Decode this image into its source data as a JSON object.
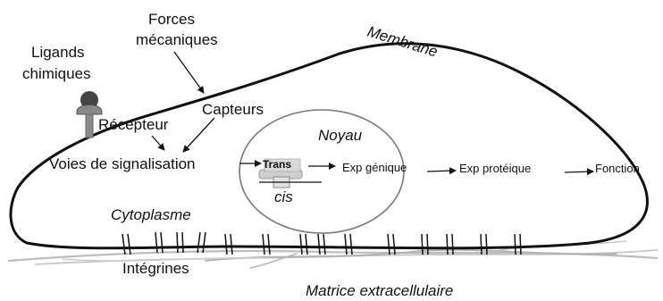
{
  "labels": {
    "forces": [
      "Forces",
      "mécaniques"
    ],
    "membrane": "Membrane",
    "ligands": [
      "Ligands",
      "chimiques"
    ],
    "capteurs": "Capteurs",
    "recepteur": "Récepteur",
    "noyau": "Noyau",
    "voies": "Voies de signalisation",
    "trans": "Trans",
    "cis": "cis",
    "exp_genique": "Exp génique",
    "exp_proteique": "Exp protéique",
    "fonction": "Fonction",
    "cytoplasme": "Cytoplasme",
    "integrines": "Intégrines",
    "matrice": "Matrice extracellulaire"
  },
  "colors": {
    "ink": "#111111",
    "matrix_fiber": "#b5b5b5",
    "receptor": "#7a7a7a",
    "nucleus_edge": "#777777",
    "dna_fill": "#cfcfcf"
  }
}
